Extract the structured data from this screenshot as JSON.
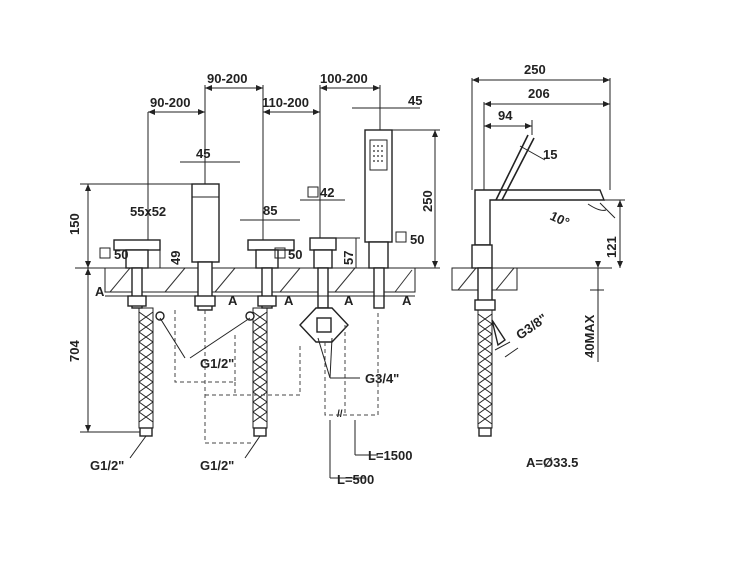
{
  "labels": {
    "dim_90_200_top": "90-200",
    "dim_100_200": "100-200",
    "dim_90_200_left": "90-200",
    "dim_110_200": "110-200",
    "dim_45_handshower": "45",
    "dim_45_spout": "45",
    "dim_55x52": "55x52",
    "dim_85": "85",
    "dim_42": "42",
    "dim_150": "150",
    "dim_49": "49",
    "dim_57": "57",
    "dim_250_height": "250",
    "dim_50_a": "50",
    "dim_50_b": "50",
    "dim_50_c": "50",
    "dim_704": "704",
    "section_a1": "A",
    "section_a2": "A",
    "section_a3": "A",
    "section_a4": "A",
    "section_a5": "A",
    "g12_a": "G1/2\"",
    "g12_b": "G1/2\"",
    "g12_c": "G1/2\"",
    "g34": "G3/4\"",
    "l1500": "L=1500",
    "l500": "L=500",
    "dim_250_width": "250",
    "dim_206": "206",
    "dim_94": "94",
    "dim_15": "15",
    "dim_10": "10°",
    "dim_121": "121",
    "g38": "G3/8\"",
    "dim_40max": "40MAX",
    "a_diameter": "A=Ø33.5"
  }
}
